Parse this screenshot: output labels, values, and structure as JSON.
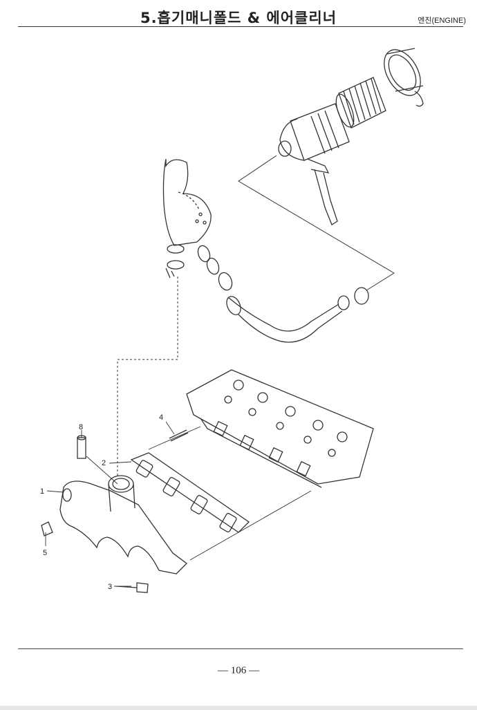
{
  "header": {
    "title": "5.흡기매니폴드 & 에어클리너",
    "section": "엔진(ENGINE)"
  },
  "callouts": [
    "1",
    "2",
    "3",
    "4",
    "5",
    "8"
  ],
  "footer": {
    "page_number": "— 106 —"
  }
}
